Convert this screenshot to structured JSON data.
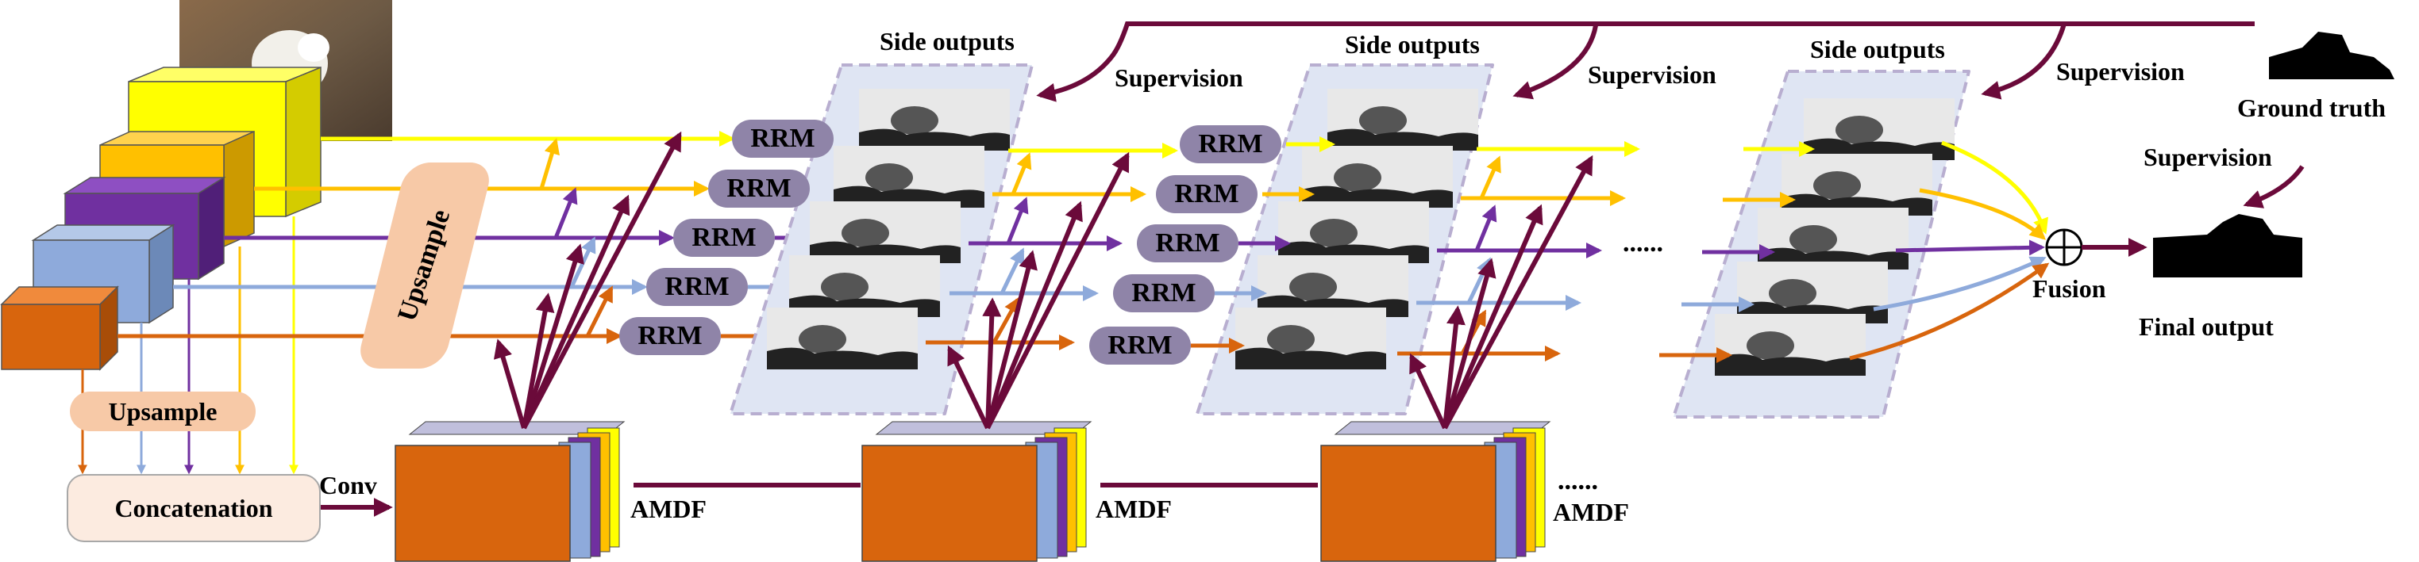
{
  "labels": {
    "side_outputs_1": "Side outputs",
    "side_outputs_2": "Side outputs",
    "side_outputs_3": "Side outputs",
    "supervision_1": "Supervision",
    "supervision_2": "Supervision",
    "supervision_3": "Supervision",
    "supervision_4": "Supervision",
    "ground_truth": "Ground truth",
    "fusion": "Fusion",
    "final_output": "Final output",
    "upsample_left": "Upsample",
    "upsample_big": "Upsample",
    "concatenation": "Concatenation",
    "conv": "Conv",
    "amdf_1": "AMDF",
    "amdf_2": "AMDF",
    "amdf_3": "AMDF",
    "dots_mid": "......",
    "dots_bottom": "......",
    "rrm": "RRM"
  },
  "colors": {
    "level1": "#ffff00",
    "level2": "#ffc000",
    "level3": "#7030a0",
    "level4": "#8eaadb",
    "level5": "#d8650d",
    "supervision": "#6b0a3a",
    "panel": "#dfe5f3",
    "panel_border": "#b8aed0",
    "rrm": "#8f84a8",
    "upsample": "#f7c9a7",
    "concat": "#fcebe0"
  }
}
